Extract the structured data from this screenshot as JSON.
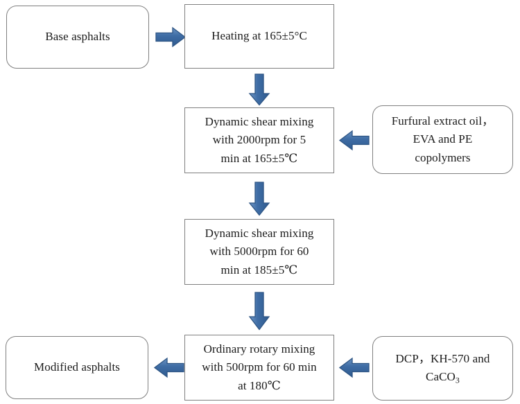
{
  "figure": {
    "type": "process-flow-diagram",
    "title": "",
    "background_color": "#ffffff",
    "box_border_color": "#7f7f7f",
    "arrow_fill_color": "#4472a8",
    "arrow_border_color": "#2e5584",
    "text_color": "#1a1a1a"
  },
  "nodes": [
    {
      "id": "base-asphalts",
      "label": "Base asphalts",
      "shape": "rounded-rectangle"
    },
    {
      "id": "heating",
      "label": "Heating at 165±5°C",
      "shape": "rectangle"
    },
    {
      "id": "dynamic-shear-2000rpm",
      "label": "Dynamic shear mixing\nwith 2000rpm for 5\nmin at 165±5℃",
      "shape": "rectangle"
    },
    {
      "id": "additives-furfural",
      "label": "Furfural extract oil，\nEVA and PE\ncopolymers",
      "shape": "rounded-rectangle"
    },
    {
      "id": "dynamic-shear-5000rpm",
      "label": "Dynamic shear mixing\nwith 5000rpm for 60\nmin at 185±5℃",
      "shape": "rectangle"
    },
    {
      "id": "ordinary-rotary-mixing",
      "label": "Ordinary rotary mixing\nwith 500rpm for 60 min\nat 180℃",
      "shape": "rectangle"
    },
    {
      "id": "additives-dcp",
      "label": "DCP，KH-570 and\nCaCO",
      "label_subscript": "3",
      "shape": "rounded-rectangle"
    },
    {
      "id": "modified-asphalts",
      "label": "Modified asphalts",
      "shape": "rounded-rectangle"
    }
  ],
  "arrows": [
    {
      "id": "base-to-heating",
      "direction": "right"
    },
    {
      "id": "heating-to-shear2000",
      "direction": "down"
    },
    {
      "id": "furfural-to-shear2000",
      "direction": "left"
    },
    {
      "id": "shear2000-to-shear5000",
      "direction": "down"
    },
    {
      "id": "shear5000-to-rotary",
      "direction": "down"
    },
    {
      "id": "dcp-to-rotary",
      "direction": "left"
    },
    {
      "id": "rotary-to-modified",
      "direction": "left"
    }
  ]
}
